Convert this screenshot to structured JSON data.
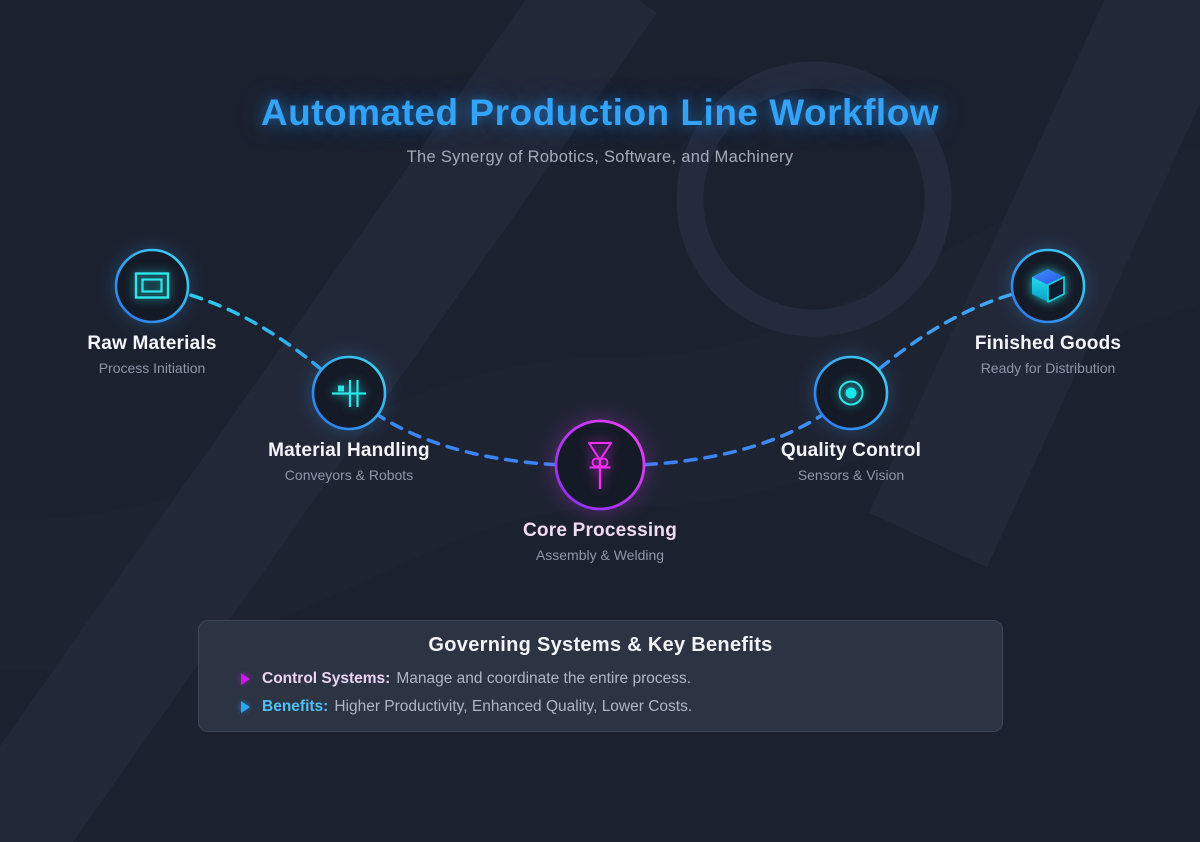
{
  "header": {
    "title": "Automated Production Line Workflow",
    "subtitle": "The Synergy of Robotics, Software, and Machinery"
  },
  "nodes": [
    {
      "label": "Raw Materials",
      "sublabel": "Process Initiation",
      "icon": "raw-sheet-icon",
      "accent": "blue"
    },
    {
      "label": "Material Handling",
      "sublabel": "Conveyors & Robots",
      "icon": "conveyor-icon",
      "accent": "blue"
    },
    {
      "label": "Core Processing",
      "sublabel": "Assembly & Welding",
      "icon": "welder-arm-icon",
      "accent": "magenta"
    },
    {
      "label": "Quality Control",
      "sublabel": "Sensors & Vision",
      "icon": "sensor-eye-icon",
      "accent": "blue"
    },
    {
      "label": "Finished Goods",
      "sublabel": "Ready for Distribution",
      "icon": "cube-icon",
      "accent": "blue"
    }
  ],
  "panel": {
    "title": "Governing Systems & Key Benefits",
    "items": [
      {
        "label": "Control Systems:",
        "text": "Manage and coordinate the entire process.",
        "bullet_color": "#c81ee8"
      },
      {
        "label": "Benefits:",
        "text": "Higher Productivity, Enhanced Quality, Lower Costs.",
        "bullet_color": "#2aa6f2"
      }
    ]
  },
  "colors": {
    "background": "#1b212f",
    "title_blue": "#32a3f6",
    "accent_cyan": "#2be0ea",
    "connector_blue": "#3b82f6",
    "accent_magenta": "#ee2ef5",
    "panel_background": "#2c3343"
  }
}
